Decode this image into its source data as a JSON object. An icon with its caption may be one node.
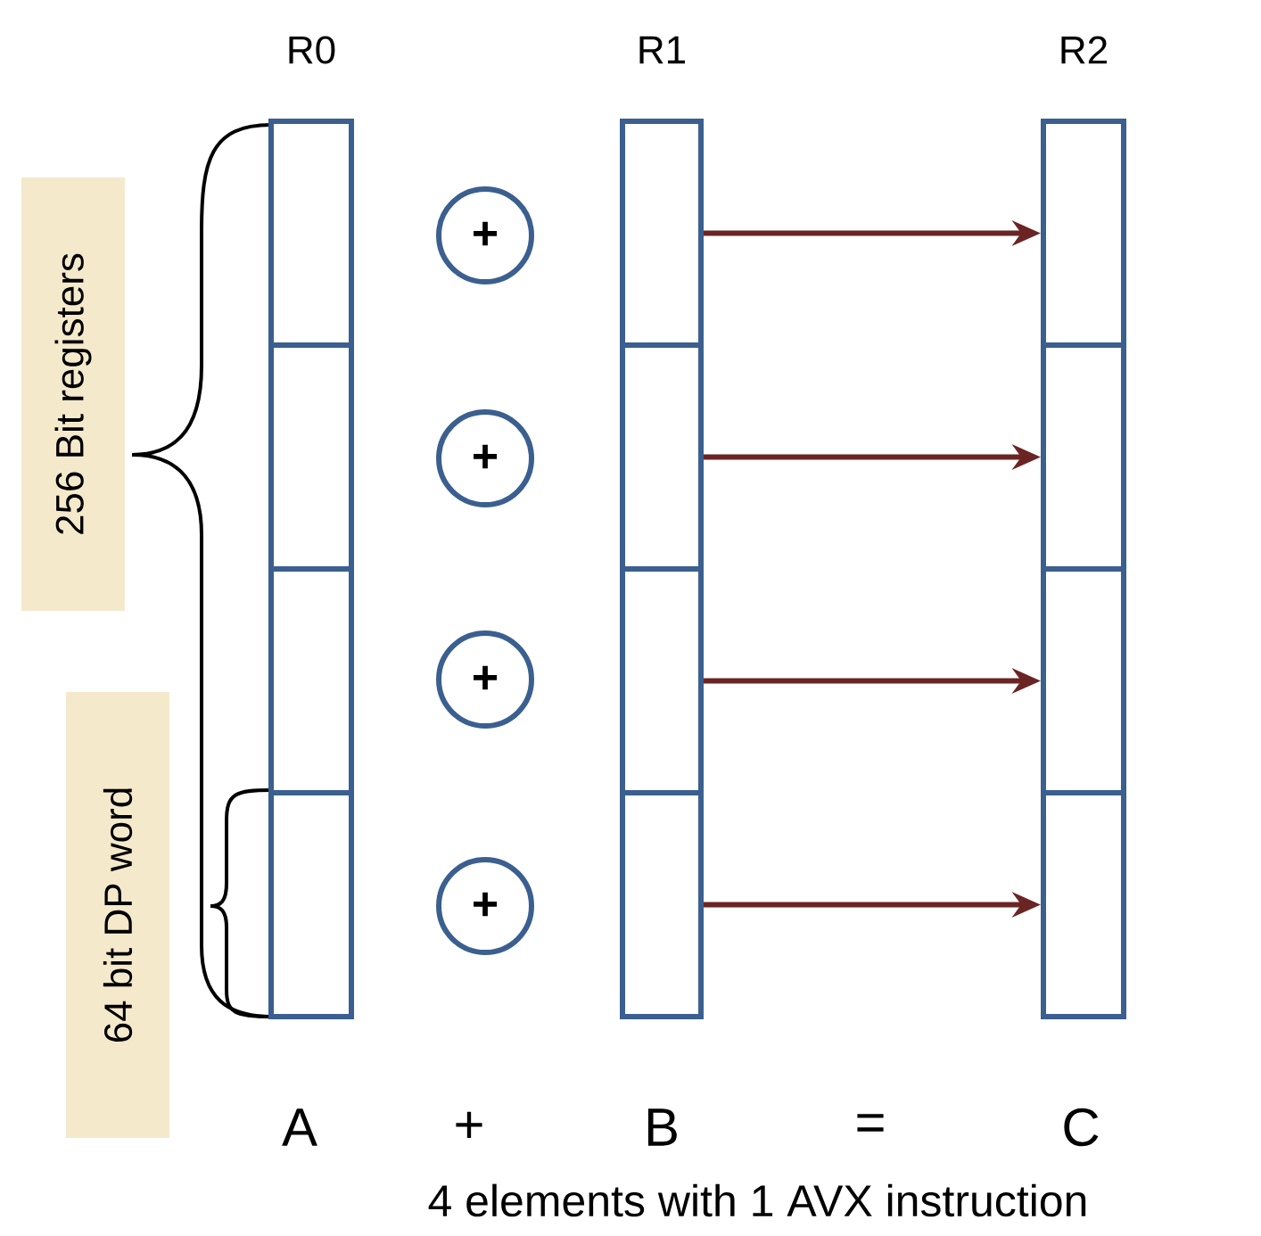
{
  "diagram": {
    "caption": "4 elements with 1 AVX instruction",
    "nodes": [
      {
        "text": [
          "256 Bit registers"
        ]
      },
      {
        "text": [
          "64 bit DP word"
        ]
      },
      {
        "text": [
          "R0"
        ]
      },
      {
        "text": [],
        "shape": "box",
        "in": 2
      },
      {
        "text": [],
        "shape": "box",
        "in": 2
      },
      {
        "text": [],
        "shape": "box",
        "in": 2
      },
      {
        "text": [],
        "shape": "box",
        "in": 2
      },
      {
        "text": [
          "+"
        ]
      },
      {
        "text": [
          "+"
        ]
      },
      {
        "text": [
          "+"
        ]
      },
      {
        "text": [
          "+"
        ]
      },
      {
        "text": [
          "R1"
        ]
      },
      {
        "text": [],
        "shape": "box",
        "in": 11
      },
      {
        "text": [],
        "shape": "box",
        "in": 11
      },
      {
        "text": [],
        "shape": "box",
        "in": 11
      },
      {
        "text": [],
        "shape": "box",
        "in": 11
      },
      {
        "text": [
          "R2"
        ]
      },
      {
        "text": [],
        "shape": "box",
        "in": 16
      },
      {
        "text": [],
        "shape": "box",
        "in": 16
      },
      {
        "text": [],
        "shape": "box",
        "in": 16
      },
      {
        "text": [],
        "shape": "box",
        "in": 16
      }
    ],
    "edges": [
      {
        "from": 12,
        "to": 17,
        "arrow": "to"
      },
      {
        "from": 13,
        "to": 18,
        "arrow": "to"
      },
      {
        "from": 14,
        "to": 19,
        "arrow": "to"
      },
      {
        "from": 15,
        "to": 20,
        "arrow": "to"
      }
    ],
    "labels": [
      "A",
      "+",
      "B",
      "=",
      "C"
    ]
  }
}
